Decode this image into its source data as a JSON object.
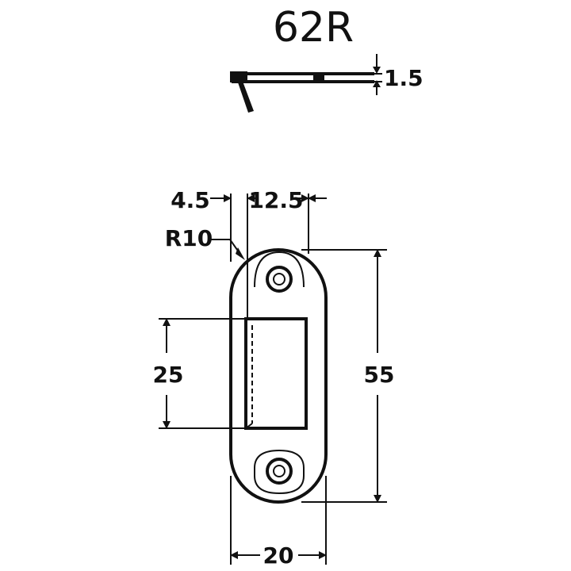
{
  "title": "62R",
  "dimensions": {
    "thickness": "1.5",
    "offset": "4.5",
    "width_top": "12.5",
    "radius": "R10",
    "opening_height": "25",
    "overall_height": "55",
    "overall_width": "20"
  }
}
